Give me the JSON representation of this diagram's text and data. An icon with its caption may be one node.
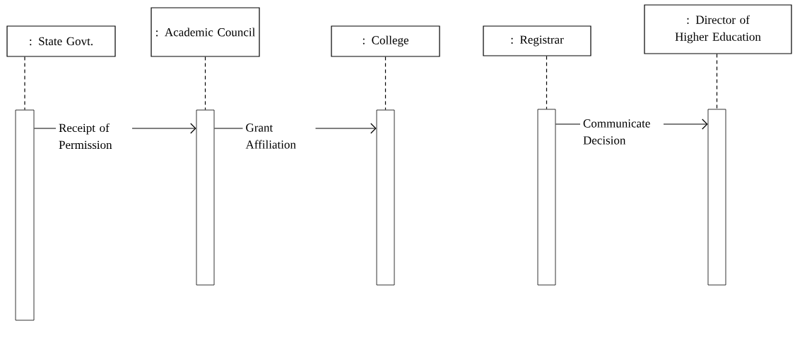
{
  "diagram": {
    "nodes": [
      {
        "text": [
          ": State Govt."
        ]
      },
      {
        "text": [
          ": Academic Council"
        ]
      },
      {
        "text": [
          ": College"
        ]
      },
      {
        "text": [
          ": Registrar"
        ]
      },
      {
        "text": [
          ": Director of Higher Education"
        ]
      },
      {
        "text": [],
        "shape": "bar"
      },
      {
        "text": [],
        "shape": "bar"
      },
      {
        "text": [],
        "shape": "bar"
      },
      {
        "text": [],
        "shape": "bar"
      },
      {
        "text": [],
        "shape": "bar"
      }
    ],
    "edges": [
      {
        "from": 0,
        "to": 5,
        "arrow": "none",
        "style": "dashed"
      },
      {
        "from": 1,
        "to": 6,
        "arrow": "none",
        "style": "dashed"
      },
      {
        "from": 2,
        "to": 7,
        "arrow": "none",
        "style": "dashed"
      },
      {
        "from": 3,
        "to": 8,
        "arrow": "none",
        "style": "dashed"
      },
      {
        "from": 4,
        "to": 9,
        "arrow": "none",
        "style": "dashed"
      },
      {
        "from": 5,
        "to": 6,
        "arrow": "to",
        "label": "Receipt of Permission"
      },
      {
        "from": 6,
        "to": 7,
        "arrow": "to",
        "label": "Grant Affiliation"
      },
      {
        "from": 8,
        "to": 9,
        "arrow": "to",
        "label": "Communicate Decision"
      }
    ]
  }
}
